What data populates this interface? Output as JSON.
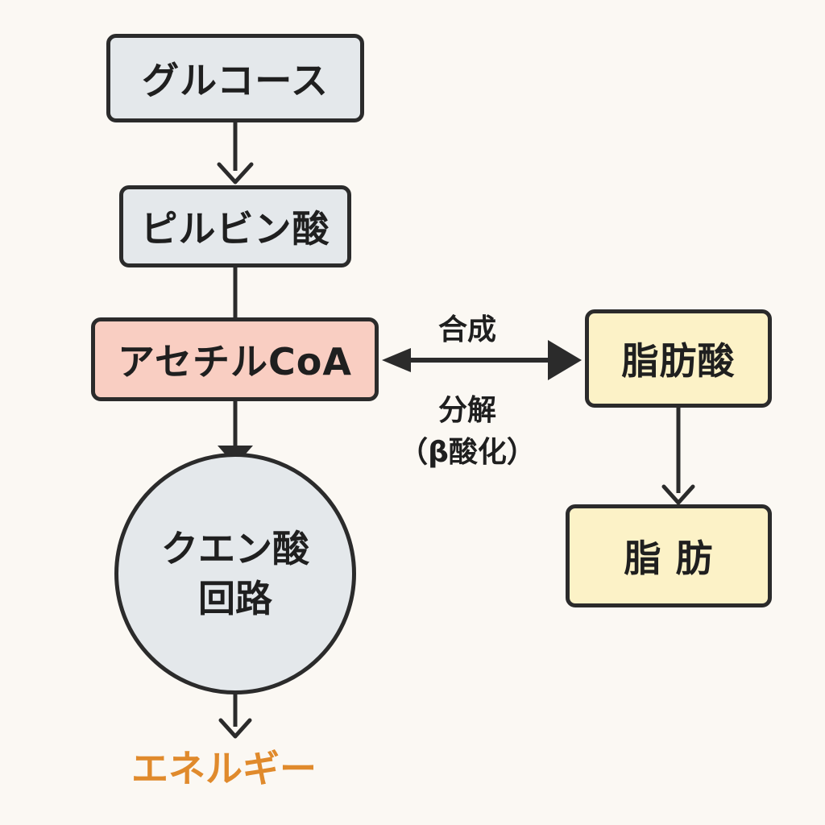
{
  "nodes": {
    "glucose": "グルコース",
    "pyruvate": "ピルビン酸",
    "acetyl_coa": "アセチルCoA",
    "citric_cycle_line1": "クエン酸",
    "citric_cycle_line2": "回路",
    "fatty_acid": "脂肪酸",
    "fat": "脂 肪"
  },
  "edge_labels": {
    "synthesis": "合成",
    "breakdown": "分解",
    "beta_oxidation": "（β酸化）"
  },
  "output": {
    "energy": "エネルギー"
  },
  "colors": {
    "grey_box": "#e4e8eb",
    "pink_box": "#f9cec2",
    "cream_box": "#fcf2c7",
    "energy_text": "#e08a2c",
    "stroke": "#2b2b2b"
  }
}
